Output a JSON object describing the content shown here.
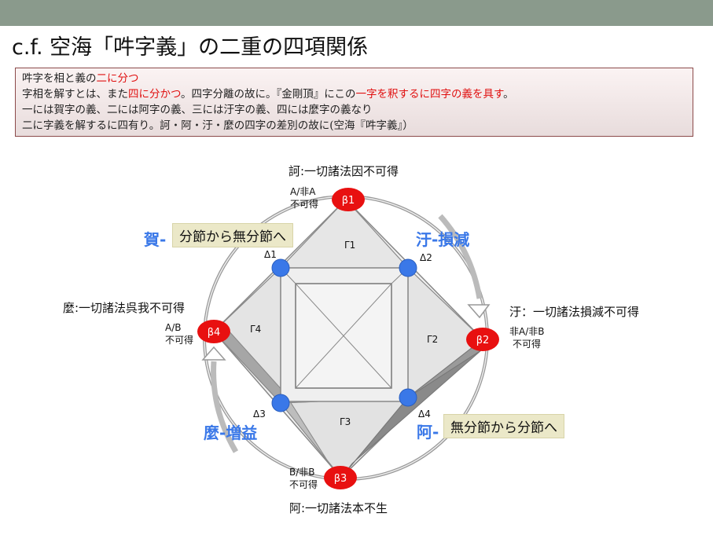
{
  "title": "c.f. 空海「吽字義」の二重の四項関係",
  "quote": {
    "line1": [
      {
        "t": "吽字を相と義の",
        "red": false
      },
      {
        "t": "二に分つ",
        "red": true
      }
    ],
    "line2": [
      {
        "t": "字相を解すとは、また",
        "red": false
      },
      {
        "t": "四に分かつ",
        "red": true
      },
      {
        "t": "。四字分離の故に。『金剛頂』にこの",
        "red": false
      },
      {
        "t": "一字を釈するに四字の義を具す",
        "red": true
      },
      {
        "t": "。",
        "red": false
      }
    ],
    "line3": [
      {
        "t": "一には賀字の義、二には阿字の義、三には汙字の義、四には麼字の義なり",
        "red": false
      }
    ],
    "line4": [
      {
        "t": "二に字義を解するに四有り。訶・阿・汙・麼の四字の差別の故に(空海『吽字義』）",
        "red": false
      }
    ]
  },
  "diagram": {
    "beta_nodes": {
      "b1": "β1",
      "b2": "β2",
      "b3": "β3",
      "b4": "β4"
    },
    "delta_nodes": {
      "d1": "Δ1",
      "d2": "Δ2",
      "d3": "Δ3",
      "d4": "Δ4"
    },
    "gamma_labels": {
      "g1": "Γ1",
      "g2": "Γ2",
      "g3": "Γ3",
      "g4": "Γ4"
    },
    "node_annotations": {
      "b1": [
        "A/非A",
        "不可得"
      ],
      "b2": [
        "非A/非B",
        "不可得"
      ],
      "b3": [
        "B/非B",
        "不可得"
      ],
      "b4": [
        "A/B",
        "不可得"
      ]
    },
    "outer_texts": {
      "top": "訶:一切諸法因不可得",
      "right": "汙：一切諸法損減不可得",
      "bottom": "阿:一切諸法本不生",
      "left": "麼:一切諸法呉我不可得"
    },
    "blue_labels": {
      "tl": "賀-",
      "tr": "汙-損減",
      "bl": "麼-増益",
      "br": "阿-"
    },
    "callouts": {
      "top": "分節から無分節へ",
      "bottom": "無分節から分節へ"
    },
    "colors": {
      "red_node": "#e81010",
      "blue_node": "#3a78e8",
      "blue_text": "#3a78e8",
      "callout_bg": "#ebe8c8"
    }
  }
}
